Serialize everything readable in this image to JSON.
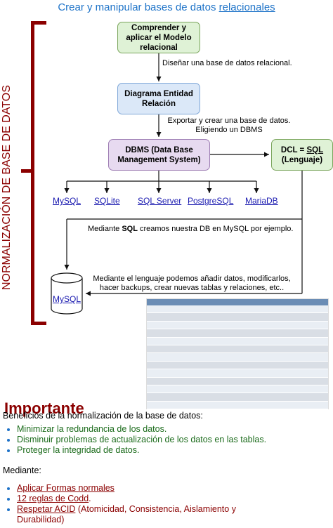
{
  "title": {
    "prefix": "Crear y manipular bases de datos ",
    "link": "relacionales"
  },
  "side_label": "NORMALIZACIÓN DE BASE DE DATOS",
  "boxes": {
    "conceptual": "Comprender y aplicar el Modelo relacional",
    "erd": "Diagrama Entidad Relación",
    "dbms": "DBMS (Data Base Management System)",
    "dcl_prefix": "DCL = ",
    "dcl_sql": "SQL",
    "dcl_suffix": " (Lenguaje)"
  },
  "notes": {
    "design": "Diseñar una base de datos relacional.",
    "export": "Exportar y crear una base de datos. Eligiendo un DBMS",
    "mediante_prefix": "Mediante ",
    "mediante_sql": "SQL",
    "mediante_suffix": " creamos nuestra DB en MySQL por ejemplo.",
    "language": "Mediante el lenguaje podemos añadir datos, modificarlos, hacer backups, crear nuevas tablas y relaciones, etc.."
  },
  "dbms_options": [
    "MySQL",
    "SQLite",
    "SQL Server",
    "PostgreSQL",
    "MariaDB"
  ],
  "database_label": "MySQL",
  "important": {
    "heading": "Importante",
    "benefits_intro": "Beneficios de la normalización de la base de datos:",
    "benefits": [
      "Minimizar la redundancia de los datos.",
      "Disminuir problemas de actualización de los datos en las tablas.",
      "Proteger la integridad de datos."
    ],
    "mediante": "Mediante:",
    "methods": [
      {
        "link": "Aplicar Formas normales",
        "rest": ""
      },
      {
        "link": "12 reglas de Codd",
        "rest": "."
      },
      {
        "link": "Respetar ACID",
        "rest": " (Atomicidad, Consistencia, Aislamiento y Durabilidad)"
      }
    ]
  },
  "colors": {
    "accent_red": "#8b0000",
    "accent_blue": "#1e73c8",
    "green_text": "#1b6b1b"
  }
}
